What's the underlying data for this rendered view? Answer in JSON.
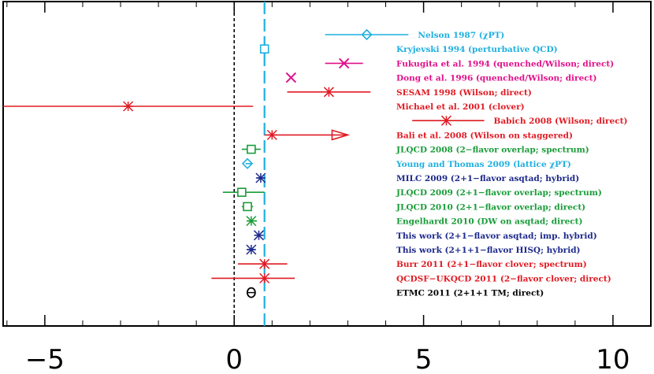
{
  "chart_data": {
    "type": "scatter",
    "orientation": "horizontal-forest-plot",
    "xlim": [
      -6.1,
      11
    ],
    "x_ticks": [
      -5,
      0,
      5,
      10
    ],
    "x_tick_labels": [
      "−5",
      "0",
      "5",
      "10"
    ],
    "reference_lines": [
      {
        "x": 0,
        "style": "dashed",
        "color": "#000000"
      },
      {
        "x": 0.8,
        "style": "dashed",
        "color": "#1fb0e0"
      }
    ],
    "colors": {
      "cyan": "#1fb0e0",
      "magenta": "#e0108a",
      "red": "#e01b24",
      "green": "#1a9c3a",
      "navy": "#1e2a8c",
      "black": "#000000"
    },
    "entries": [
      {
        "label": "Nelson 1987 (χPT)",
        "value": 3.5,
        "err_lo": 2.4,
        "err_hi": 4.6,
        "marker": "diamond",
        "color": "#1fb0e0"
      },
      {
        "label": "Kryjevski 1994 (perturbative QCD)",
        "value": 0.8,
        "err_lo": 0.8,
        "err_hi": 0.8,
        "marker": "square",
        "color": "#1fb0e0"
      },
      {
        "label": "Fukugita et al. 1994 (quenched/Wilson; direct)",
        "value": 2.9,
        "err_lo": 2.4,
        "err_hi": 3.4,
        "marker": "x",
        "color": "#e0108a"
      },
      {
        "label": "Dong et al. 1996 (quenched/Wilson; direct)",
        "value": 1.5,
        "err_lo": 1.5,
        "err_hi": 1.5,
        "marker": "x",
        "color": "#e0108a"
      },
      {
        "label": "SESAM 1998 (Wilson; direct)",
        "value": 2.5,
        "err_lo": 1.4,
        "err_hi": 3.6,
        "marker": "asterisk",
        "color": "#e01b24"
      },
      {
        "label": "Michael et al. 2001 (clover)",
        "value": -2.8,
        "err_lo": -6.1,
        "err_hi": 0.5,
        "marker": "asterisk",
        "color": "#e01b24"
      },
      {
        "label": "Babich 2008 (Wilson; direct)",
        "value": 5.6,
        "err_lo": 4.7,
        "err_hi": 6.6,
        "marker": "asterisk",
        "color": "#e01b24"
      },
      {
        "label": "Bali et al. 2008 (Wilson on staggered)",
        "value": 1.0,
        "err_lo": 0.8,
        "err_hi": 3.0,
        "marker": "asterisk",
        "color": "#e01b24",
        "lower_limit": true
      },
      {
        "label": "JLQCD 2008 (2−flavor overlap; spectrum)",
        "value": 0.45,
        "err_lo": 0.2,
        "err_hi": 0.7,
        "marker": "square",
        "color": "#1a9c3a"
      },
      {
        "label": "Young and Thomas 2009 (lattice χPT)",
        "value": 0.35,
        "err_lo": 0.3,
        "err_hi": 0.45,
        "marker": "diamond",
        "color": "#1fb0e0"
      },
      {
        "label": "MILC 2009 (2+1−flavor asqtad; hybrid)",
        "value": 0.7,
        "err_lo": 0.6,
        "err_hi": 0.8,
        "marker": "asterisk",
        "color": "#1e2a8c"
      },
      {
        "label": "JLQCD 2009 (2+1−flavor overlap; spectrum)",
        "value": 0.2,
        "err_lo": -0.3,
        "err_hi": 0.8,
        "marker": "square",
        "color": "#1a9c3a"
      },
      {
        "label": "JLQCD 2010 (2+1−flavor overlap; direct)",
        "value": 0.35,
        "err_lo": 0.2,
        "err_hi": 0.5,
        "marker": "square",
        "color": "#1a9c3a"
      },
      {
        "label": "Engelhardt 2010 (DW on asqtad; direct)",
        "value": 0.45,
        "err_lo": 0.35,
        "err_hi": 0.6,
        "marker": "asterisk",
        "color": "#1a9c3a"
      },
      {
        "label": "This work (2+1−flavor asqtad; imp. hybrid)",
        "value": 0.65,
        "err_lo": 0.55,
        "err_hi": 0.75,
        "marker": "asterisk",
        "color": "#1e2a8c"
      },
      {
        "label": "This work (2+1+1−flavor HISQ; hybrid)",
        "value": 0.45,
        "err_lo": 0.35,
        "err_hi": 0.55,
        "marker": "asterisk",
        "color": "#1e2a8c"
      },
      {
        "label": "Burr 2011 (2+1−flavor clover; spectrum)",
        "value": 0.8,
        "err_lo": 0.1,
        "err_hi": 1.4,
        "marker": "asterisk",
        "color": "#e01b24"
      },
      {
        "label": "QCDSF−UKQCD 2011 (2−flavor clover; direct)",
        "value": 0.8,
        "err_lo": -0.6,
        "err_hi": 1.6,
        "marker": "asterisk",
        "color": "#e01b24"
      },
      {
        "label": "ETMC 2011 (2+1+1 TM; direct)",
        "value": 0.45,
        "err_lo": 0.45,
        "err_hi": 0.45,
        "marker": "theta",
        "color": "#000000"
      }
    ]
  }
}
